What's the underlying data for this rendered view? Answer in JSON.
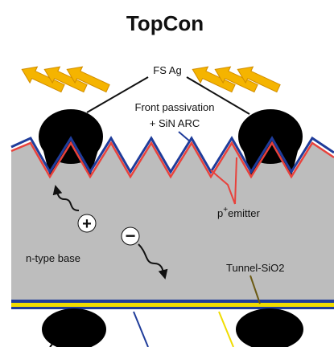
{
  "title": "TopCon",
  "labels": {
    "front_contact": "FS Ag",
    "front_passivation_line1": "Front passivation",
    "front_passivation_line2": "+ SiN ARC",
    "emitter_prefix": "p",
    "emitter_superscript": "+",
    "emitter_suffix": "emitter",
    "base": "n-type base",
    "tunnel_oxide": "Tunnel-SiO2"
  },
  "carrier_symbols": {
    "hole": "+",
    "electron": "−"
  },
  "colors": {
    "sun_arrow": "#f5b400",
    "sun_arrow_outline": "#d08c00",
    "silicon": "#bdbdbd",
    "contact": "#000000",
    "emitter_line": "#e8423c",
    "passivation_line": "#1f3c9a",
    "tunnel_layer": "#f0dc00",
    "callout_tunnel": "#6b5a14",
    "background": "#ffffff"
  },
  "icons": [
    "sun-ray-arrow-icon",
    "carrier-path-arrow-icon",
    "hole-plus-icon",
    "electron-minus-icon"
  ]
}
